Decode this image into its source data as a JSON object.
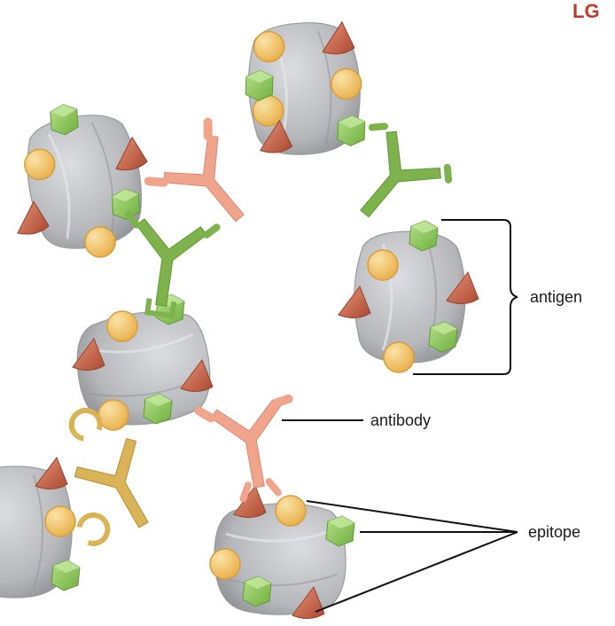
{
  "logo": {
    "text": "LG",
    "color": "#c0392b"
  },
  "labels": {
    "antigen": "antigen",
    "antibody": "antibody",
    "epitope": "epitope"
  },
  "colors": {
    "antigen_body": "#b7b8ba",
    "antigen_shadow": "#8f9093",
    "sphere_epitope": "#f2c266",
    "cube_epitope": "#8fc65a",
    "cone_epitope": "#c8674e",
    "antibody_salmon": "#f0a48c",
    "antibody_green": "#7eb24c",
    "antibody_gold": "#d9b355",
    "line": "#111111"
  }
}
